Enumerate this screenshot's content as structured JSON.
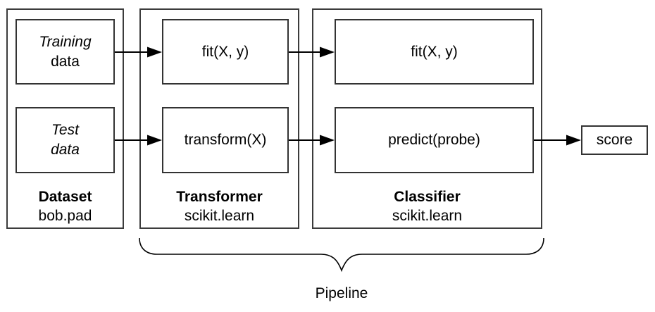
{
  "dataset": {
    "title": "Dataset",
    "subtitle": "bob.pad",
    "training_box": {
      "line1": "Training",
      "line2": "data"
    },
    "test_box": {
      "line1": "Test",
      "line2": "data"
    }
  },
  "transformer": {
    "title": "Transformer",
    "subtitle": "scikit.learn",
    "fit_box": "fit(X, y)",
    "transform_box": "transform(X)"
  },
  "classifier": {
    "title": "Classifier",
    "subtitle": "scikit.learn",
    "fit_box": "fit(X, y)",
    "predict_box": "predict(probe)"
  },
  "score_box": "score",
  "pipeline_label": "Pipeline",
  "colors": {
    "background": "#ffffff",
    "box_border": "#333333",
    "arrow": "#000000",
    "text": "#000000"
  }
}
